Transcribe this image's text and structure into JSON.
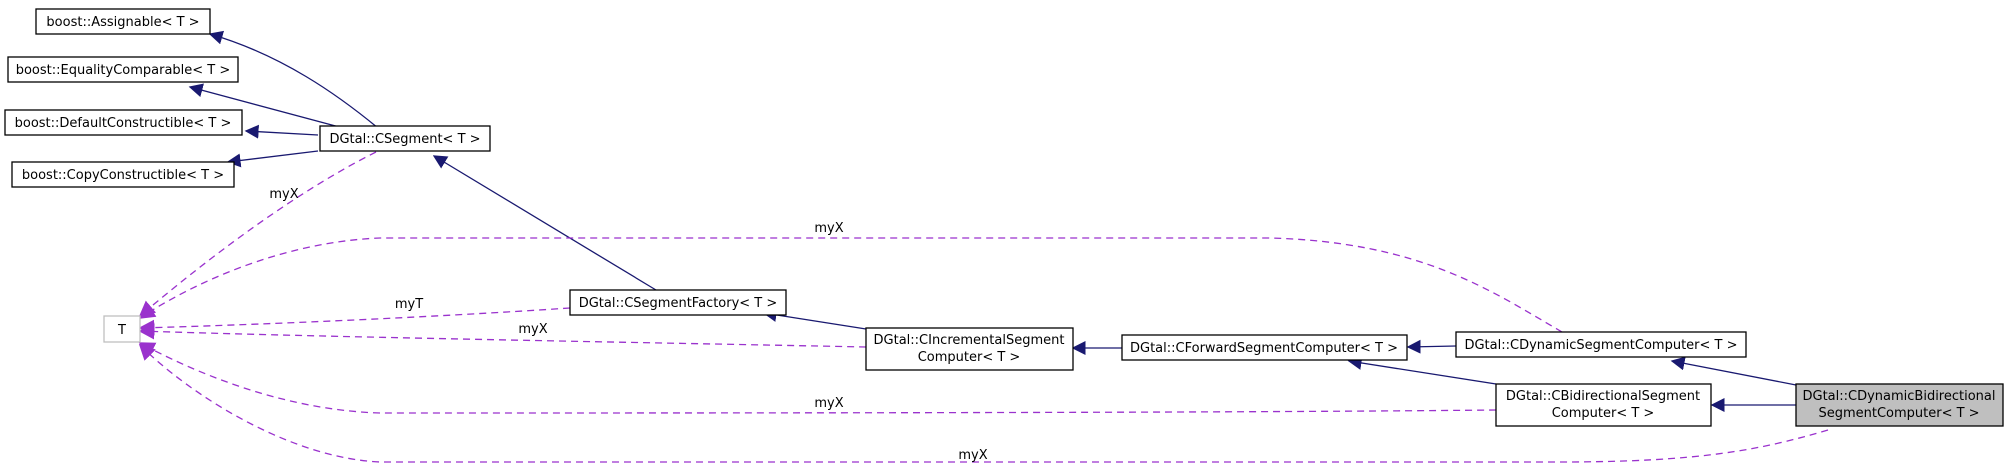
{
  "colors": {
    "inherit_edge": "#191970",
    "use_edge": "#9a32cd",
    "highlight_fill": "#bfbfbf",
    "undocumented_border": "#bfbfbf"
  },
  "nodes": {
    "assignable": {
      "lines": [
        "boost::Assignable< T >"
      ]
    },
    "equality": {
      "lines": [
        "boost::EqualityComparable< T >"
      ]
    },
    "defaultctor": {
      "lines": [
        "boost::DefaultConstructible< T >"
      ]
    },
    "copyctor": {
      "lines": [
        "boost::CopyConstructible< T >"
      ]
    },
    "csegment": {
      "lines": [
        "DGtal::CSegment< T >"
      ]
    },
    "t": {
      "lines": [
        "T"
      ]
    },
    "factory": {
      "lines": [
        "DGtal::CSegmentFactory< T >"
      ]
    },
    "incremental": {
      "lines": [
        "DGtal::CIncrementalSegment",
        "Computer< T >"
      ]
    },
    "forward": {
      "lines": [
        "DGtal::CForwardSegmentComputer< T >"
      ]
    },
    "dynamic": {
      "lines": [
        "DGtal::CDynamicSegmentComputer< T >"
      ]
    },
    "bidirectional": {
      "lines": [
        "DGtal::CBidirectionalSegment",
        "Computer< T >"
      ]
    },
    "dynbidir": {
      "lines": [
        "DGtal::CDynamicBidirectional",
        "SegmentComputer< T >"
      ]
    }
  },
  "edge_labels": {
    "csegment_myX": "myX",
    "dynamic_myX": "myX",
    "factory_myT": "myT",
    "incremental_myX": "myX",
    "bidirectional_myX": "myX",
    "dynbidir_myX": "myX"
  }
}
